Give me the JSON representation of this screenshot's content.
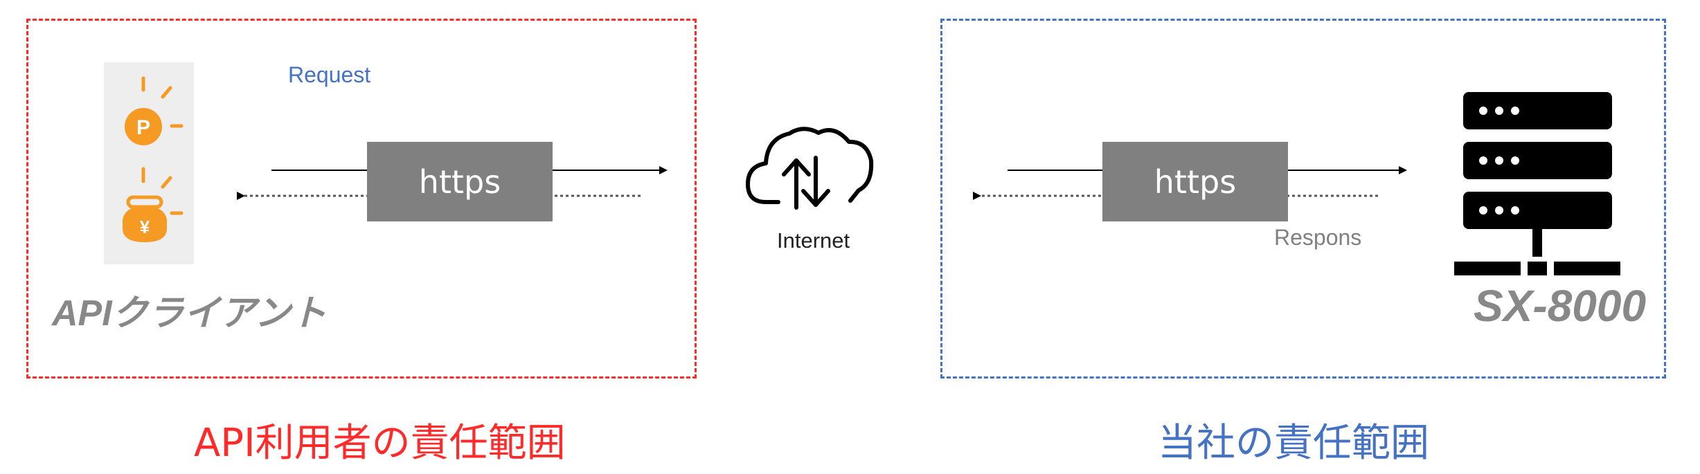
{
  "left_zone": {
    "caption": "API利用者の責任範囲",
    "client_label": "APIクライアント",
    "request_label": "Request",
    "https_label": "https"
  },
  "center": {
    "internet_label": "Internet"
  },
  "right_zone": {
    "caption": "当社の責任範囲",
    "server_label": "SX-8000",
    "response_label": "Respons",
    "https_label": "https"
  },
  "colors": {
    "left_border": "#ff2a2a",
    "right_border": "#4472c4",
    "https_box": "#808080",
    "icon_orange": "#f59a23",
    "server_black": "#000000"
  },
  "icons": [
    "point-coin-icon",
    "yen-purse-icon",
    "cloud-updown-icon",
    "server-rack-icon"
  ]
}
